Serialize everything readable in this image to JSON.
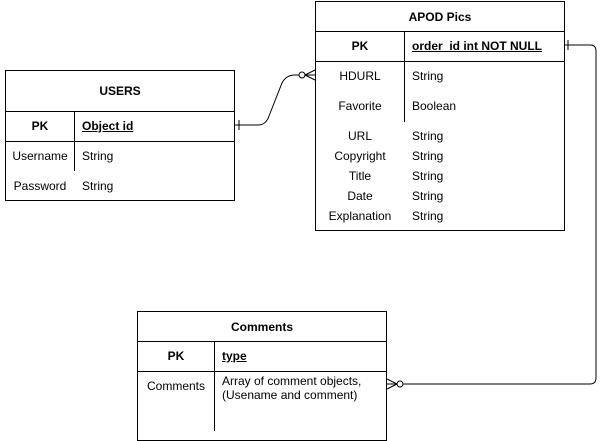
{
  "entities": {
    "users": {
      "title": "USERS",
      "pk_label": "PK",
      "pk_field": "Object id",
      "fields": [
        {
          "name": "Username",
          "type": "String"
        },
        {
          "name": "Password",
          "type": "String"
        }
      ]
    },
    "apod": {
      "title": "APOD Pics",
      "pk_label": "PK",
      "pk_field": "order_id int NOT NULL",
      "fields": [
        {
          "name": "HDURL",
          "type": "String"
        },
        {
          "name": "Favorite",
          "type": "Boolean"
        },
        {
          "name": "URL",
          "type": "String"
        },
        {
          "name": "Copyright",
          "type": "String"
        },
        {
          "name": "Title",
          "type": "String"
        },
        {
          "name": "Date",
          "type": "String"
        },
        {
          "name": "Explanation",
          "type": "String"
        }
      ]
    },
    "comments": {
      "title": "Comments",
      "pk_label": "PK",
      "pk_field": "type",
      "fields": [
        {
          "name": "Comments",
          "type_line1": "Array of comment objects,",
          "type_line2": "(Usename and comment)"
        }
      ]
    }
  },
  "relationships": [
    {
      "from": "USERS",
      "to": "APOD Pics",
      "from_end": "one",
      "to_end": "zero-or-many"
    },
    {
      "from": "APOD Pics",
      "to": "Comments",
      "from_end": "one",
      "to_end": "zero-or-many"
    }
  ],
  "colors": {
    "line": "#000000",
    "background": "#ffffff"
  }
}
